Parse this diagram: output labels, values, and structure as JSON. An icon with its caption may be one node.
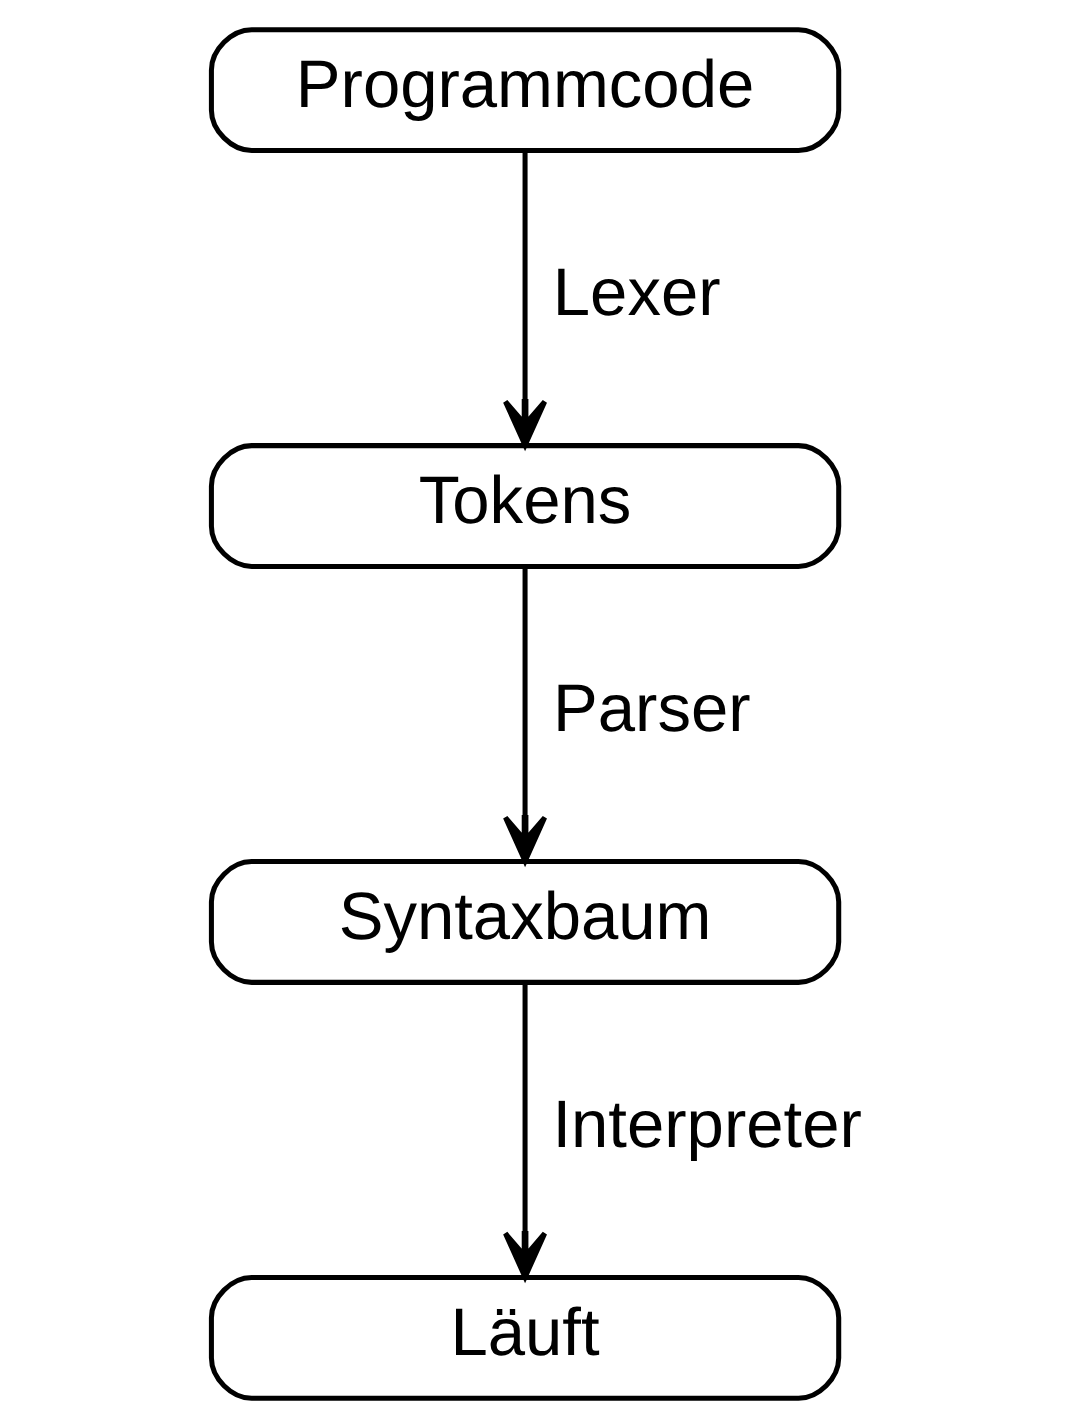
{
  "diagram": {
    "nodes": [
      {
        "text": [
          "Programmcode"
        ]
      },
      {
        "text": [
          "Tokens"
        ]
      },
      {
        "text": [
          "Syntaxbaum"
        ]
      },
      {
        "text": [
          "Läuft"
        ]
      }
    ],
    "edges": [
      {
        "from": 0,
        "to": 1,
        "arrow": "to",
        "label": "Lexer"
      },
      {
        "from": 1,
        "to": 2,
        "arrow": "to",
        "label": "Parser"
      },
      {
        "from": 2,
        "to": 3,
        "arrow": "to",
        "label": "Interpreter"
      }
    ]
  }
}
